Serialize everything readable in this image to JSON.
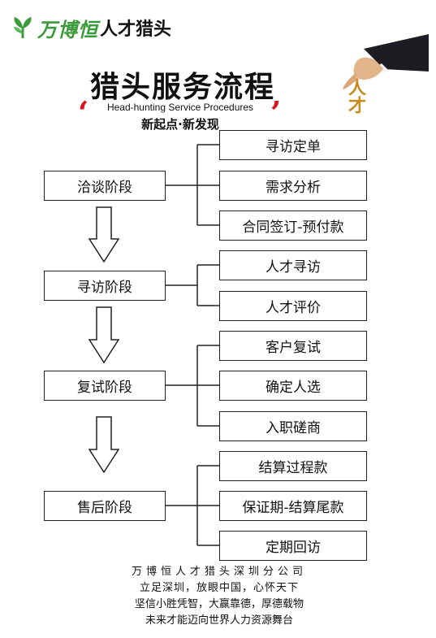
{
  "header": {
    "brand_name": "万博恒",
    "brand_suffix": "人才猎头",
    "title": "猎头服务流程",
    "subtitle_en": "Head-hunting Service Procedures",
    "slogan": "新起点·新发现",
    "hand_caption": "人才"
  },
  "stages": [
    {
      "label": "洽谈阶段",
      "tasks": [
        "寻访定单",
        "需求分析",
        "合同签订-预付款"
      ]
    },
    {
      "label": "寻访阶段",
      "tasks": [
        "人才寻访",
        "人才评价"
      ]
    },
    {
      "label": "复试阶段",
      "tasks": [
        "客户复试",
        "确定人选",
        "入职磋商"
      ]
    },
    {
      "label": "售后阶段",
      "tasks": [
        "结算过程款",
        "保证期-结算尾款",
        "定期回访"
      ]
    }
  ],
  "footer": {
    "line1": "万博恒人才猎头深圳分公司",
    "line2": "立足深圳，放眼中国，心怀天下",
    "line3": "坚信小胜凭智，大赢靠德，厚德载物",
    "line4": "未来才能迈向世界人力资源舞台"
  },
  "colors": {
    "brand_green": "#3c9a3a",
    "quote_red": "#d8161b",
    "caption_gold": "#c98a1e"
  }
}
